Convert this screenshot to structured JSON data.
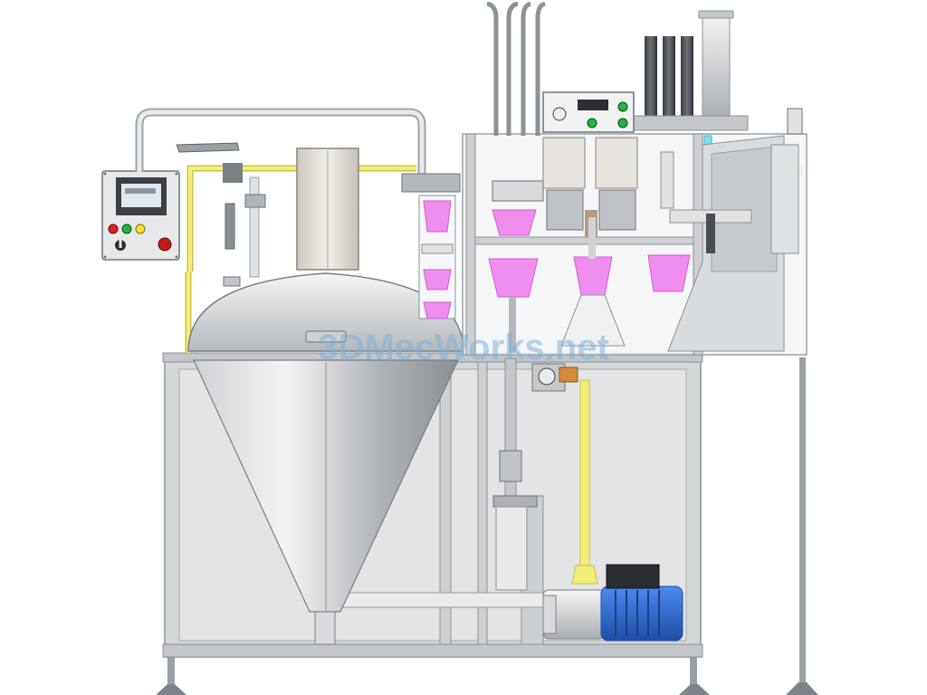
{
  "watermark": {
    "text": "3DMecWorks.net"
  },
  "colors": {
    "frame": "#b9bdc1",
    "frame_dark": "#8c9196",
    "steel_light": "#e4e6e8",
    "steel_mid": "#b4b8bc",
    "steel_dark": "#7b8085",
    "glass": "#eef2f5",
    "pipe_yellow": "#f2ee7a",
    "pipe_yellow_dark": "#c9c34a",
    "pipe_cyan": "#7ee0ee",
    "cup_magenta": "#f08ef0",
    "cup_magenta_dark": "#d05ad2",
    "motor_blue": "#2f6fd6",
    "motor_blue_dark": "#1c4ea6",
    "panel_bg": "#e9eaec",
    "lamp_red": "#e02020",
    "lamp_green": "#1fb640",
    "lamp_yellow": "#f3e12b"
  },
  "components": [
    "control-panel",
    "conical-tank",
    "filling-station",
    "cup-dispenser",
    "timer-box",
    "pump-motor",
    "frame",
    "valve-handle"
  ]
}
